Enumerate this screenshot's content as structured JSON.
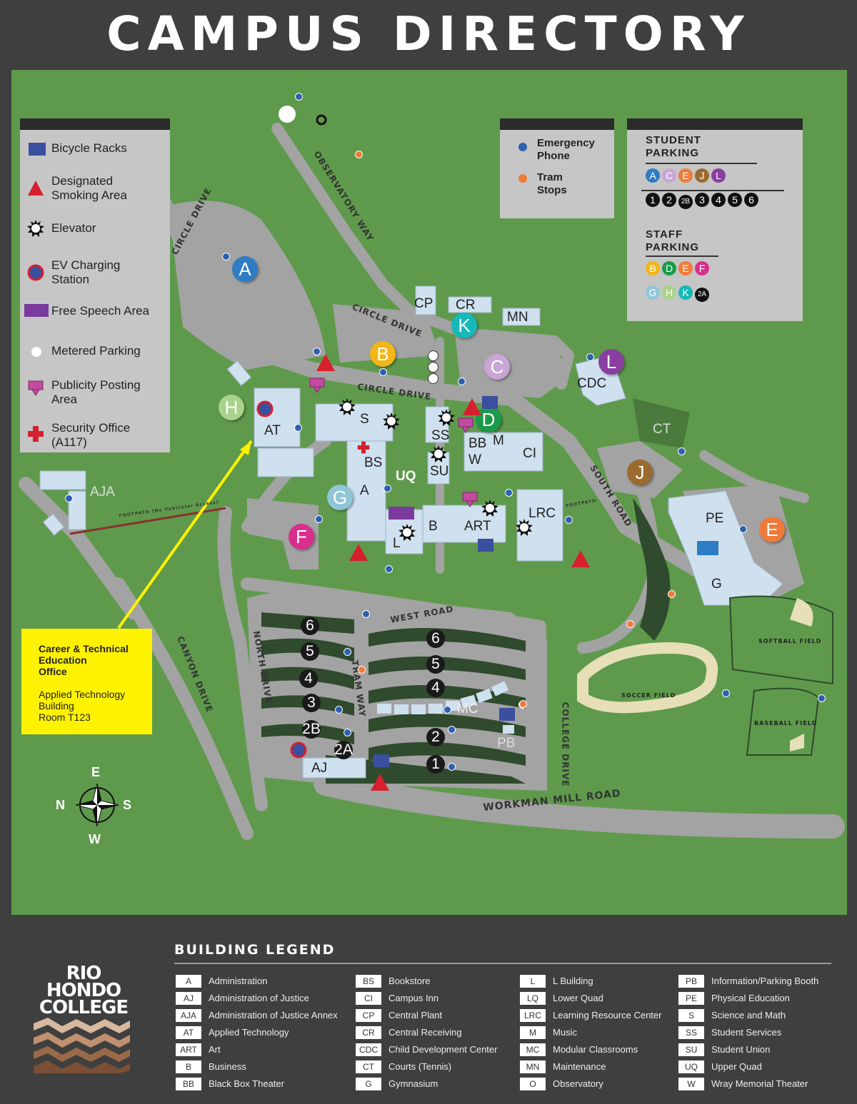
{
  "title": "CAMPUS DIRECTORY",
  "legend": {
    "items": [
      {
        "icon": "bicycle-rack-square",
        "label": "Bicycle Racks"
      },
      {
        "icon": "red-triangle",
        "label": "Designated\nSmoking Area"
      },
      {
        "icon": "elevator-starburst",
        "label": "Elevator"
      },
      {
        "icon": "ev-charging-circle",
        "label": "EV Charging\nStation"
      },
      {
        "icon": "purple-rectangle",
        "label": "Free Speech Area"
      },
      {
        "icon": "white-dot",
        "label": "Metered Parking"
      },
      {
        "icon": "pink-arrow-sign",
        "label": "Publicity Posting\nArea"
      },
      {
        "icon": "red-cross",
        "label": "Security Office\n(A117)"
      }
    ]
  },
  "phone_panel": {
    "emergency": "Emergency\nPhone",
    "tram": "Tram\nStops"
  },
  "parking_panel": {
    "student_title": "STUDENT\nPARKING",
    "student_letters": [
      "A",
      "C",
      "E",
      "J",
      "L"
    ],
    "student_numbers": [
      "1",
      "2",
      "2B",
      "3",
      "4",
      "5",
      "6"
    ],
    "staff_title": "STAFF\nPARKING",
    "staff_row1": [
      "B",
      "D",
      "E",
      "F"
    ],
    "staff_row2": [
      "G",
      "H",
      "K",
      "2A"
    ]
  },
  "colors": {
    "A": "#2e7cc4",
    "B": "#f2b617",
    "C": "#c9a6d6",
    "D": "#1a9a4a",
    "E": "#f07a3a",
    "F": "#d82f8c",
    "G": "#8fc6d6",
    "H": "#a9d38a",
    "J": "#9b6a2e",
    "K": "#16b8b8",
    "L": "#8a3fa0"
  },
  "buildings": {
    "AT": "AT",
    "S": "S",
    "SS": "SS",
    "SU": "SU",
    "BB": "BB",
    "M": "M",
    "W": "W",
    "CI": "CI",
    "BS": "BS",
    "UQ": "UQ",
    "A": "A",
    "L": "L",
    "B": "B",
    "ART": "ART",
    "LRC": "LRC",
    "CP": "CP",
    "CR": "CR",
    "MN": "MN",
    "CDC": "CDC",
    "CT": "CT",
    "PE": "PE",
    "G": "G",
    "AJA": "AJA",
    "AJ": "AJ",
    "MC": "MC",
    "PB": "PB",
    "softball": "SOFTBALL FIELD",
    "soccer": "SOCCER FIELD",
    "baseball": "BASEBALL FIELD"
  },
  "roads": {
    "observatory_way": "OBSERVATORY WAY",
    "circle_drive": "CIRCLE DRIVE",
    "south_road": "SOUTH ROAD",
    "west_road": "WEST ROAD",
    "north_drive": "NORTH DRIVE",
    "canyon_drive": "CANYON DRIVE",
    "tram_way": "TRAM WAY",
    "college_drive": "COLLEGE DRIVE",
    "workman": "WORKMAN MILL ROAD",
    "footpath_aja": "FOOTPATH (No Vehicular Access)",
    "footpath": "FOOTPATH"
  },
  "compass": {
    "e": "E",
    "n": "N",
    "s": "S",
    "w": "W"
  },
  "callout": {
    "title": "Career & Technical\nEducation\nOffice",
    "body": "Applied Technology\nBuilding\nRoom T123"
  },
  "building_legend_title": "BUILDING LEGEND",
  "building_legend": [
    [
      [
        "A",
        "Administration"
      ],
      [
        "AJ",
        "Administration of Justice"
      ],
      [
        "AJA",
        "Administration of Justice Annex"
      ],
      [
        "AT",
        "Applied Technology"
      ],
      [
        "ART",
        "Art"
      ],
      [
        "B",
        "Business"
      ],
      [
        "BB",
        "Black Box Theater"
      ]
    ],
    [
      [
        "BS",
        "Bookstore"
      ],
      [
        "CI",
        "Campus Inn"
      ],
      [
        "CP",
        "Central Plant"
      ],
      [
        "CR",
        "Central Receiving"
      ],
      [
        "CDC",
        "Child Development Center"
      ],
      [
        "CT",
        "Courts (Tennis)"
      ],
      [
        "G",
        "Gymnasium"
      ]
    ],
    [
      [
        "L",
        "L Building"
      ],
      [
        "LQ",
        "Lower Quad"
      ],
      [
        "LRC",
        "Learning Resource Center"
      ],
      [
        "M",
        "Music"
      ],
      [
        "MC",
        "Modular Classrooms"
      ],
      [
        "MN",
        "Maintenance"
      ],
      [
        "O",
        "Observatory"
      ]
    ],
    [
      [
        "PB",
        "Information/Parking Booth"
      ],
      [
        "PE",
        "Physical Education"
      ],
      [
        "S",
        "Science and Math"
      ],
      [
        "SS",
        "Student Services"
      ],
      [
        "SU",
        "Student Union"
      ],
      [
        "UQ",
        "Upper Quad"
      ],
      [
        "W",
        "Wray Memorial Theater"
      ]
    ]
  ],
  "logo": {
    "line1": "RIO",
    "line2": "HONDO",
    "line3": "COLLEGE"
  }
}
